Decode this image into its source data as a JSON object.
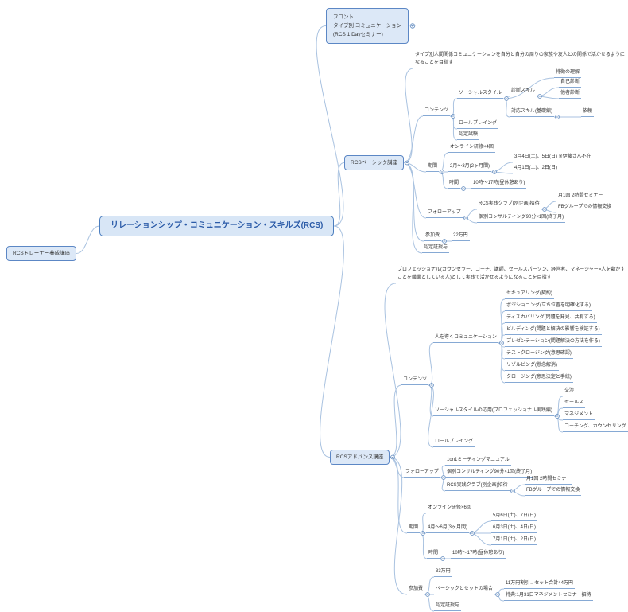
{
  "map": {
    "root": "リレーションシップ・コミュニケーション・スキルズ(RCS)",
    "trainer": "RCSトレーナー養成講座",
    "front": {
      "line1": "フロント",
      "line2": "タイプ別 コミュニケーション",
      "line3": "(RCS 1 Dayセミナー)"
    },
    "basic": {
      "title": "RCSベーシック講座",
      "goal": "タイプ別人間関係コミュニケーションを自分と自分の周りの家族や友人との関係で活かせるようになることを目指す",
      "contents": {
        "label": "コンテンツ",
        "social_style": {
          "label": "ソーシャルスタイル",
          "understanding": "特徴の理解",
          "diagnosis": {
            "label": "診断スキル",
            "self": "自己診断",
            "others": "他者診断"
          },
          "response": {
            "label": "対応スキル(基礎編)",
            "request": "依頼"
          }
        },
        "roleplay": "ロールプレイング",
        "exam": "認定試験"
      },
      "period": {
        "label": "期間",
        "online": "オンライン研修×4回",
        "months": {
          "label": "2月〜3月(2ヶ月間)",
          "dates1": "3月4日(土)、5日(日) ※伊藤さん不在",
          "dates2": "4月1日(土)、2日(日)"
        },
        "time": {
          "label": "時間",
          "value": "10時〜17時(昼休憩あり)"
        }
      },
      "followup": {
        "label": "フォローアップ",
        "club": {
          "label": "RCS実践クラブ(別企画)招待",
          "monthly": "月1回 2時間セミナー",
          "fb": "FBグループでの情報交換"
        },
        "consulting": "個別コンサルティング90分×1回(終了月)"
      },
      "fee": {
        "label": "参加費",
        "value": "22万円"
      },
      "certificate": "認定証授与"
    },
    "advance": {
      "title": "RCSアドバンス講座",
      "goal": "プロフェッショナル(カウンセラー、コーチ、講師、セールスパーソン、経営者、マネージャー=人を動かすことを職業としている人)として実践で活かせるようになることを目指す",
      "contents": {
        "label": "コンテンツ",
        "leading": {
          "label": "人を導くコミュニケーション",
          "securing": "セキュアリング(契約)",
          "positioning": "ポジショニング(立ち位置を明確化する)",
          "discovering": "ディスカバリング(問題を発見、共有する)",
          "building": "ビルディング(問題と解決の影響を検証する)",
          "presentation": "プレゼンテーション(問題解決の方法を作る)",
          "test_closing": "テストクロージング(意思確認)",
          "resolving": "リゾルビング(懸念解消)",
          "closing": "クロージング(意思決定と手続)"
        },
        "social_applied": {
          "label": "ソーシャルスタイルの応用(プロフェッショナル実践編)",
          "negotiation": "交渉",
          "sales": "セールス",
          "management": "マネジメント",
          "coaching": "コーチング、カウンセリング"
        },
        "roleplay": "ロールプレイング"
      },
      "followup": {
        "label": "フォローアップ",
        "manual": "1on1ミーティングマニュアル",
        "consulting": "個別コンサルティング90分×1回(終了月)",
        "club": {
          "label": "RCS実践クラブ(別企画)招待",
          "monthly": "月1回 2時間セミナー",
          "fb": "FBグループでの情報交換"
        }
      },
      "period": {
        "label": "期間",
        "online": "オンライン研修×6回",
        "months": {
          "label": "4月〜6月(3ヶ月間)",
          "dates1": "5月6日(土)、7日(日)",
          "dates2": "6月3日(土)、4日(日)",
          "dates3": "7月1日(土)、2日(日)"
        },
        "time": {
          "label": "時間",
          "value": "10時〜17時(昼休憩あり)"
        }
      },
      "fee": {
        "label": "参加費",
        "value": "33万円",
        "set": {
          "label": "ベーシックとセットの場合",
          "discount": "11万円割引→セット合計44万円",
          "bonus": "特典:1月31日マネジメントセミナー招待"
        },
        "certificate": "認定証授与"
      }
    }
  },
  "colors": {
    "accent": "#4a7dbf",
    "node_fill": "#dce8f7",
    "line": "#a9c2e0"
  }
}
